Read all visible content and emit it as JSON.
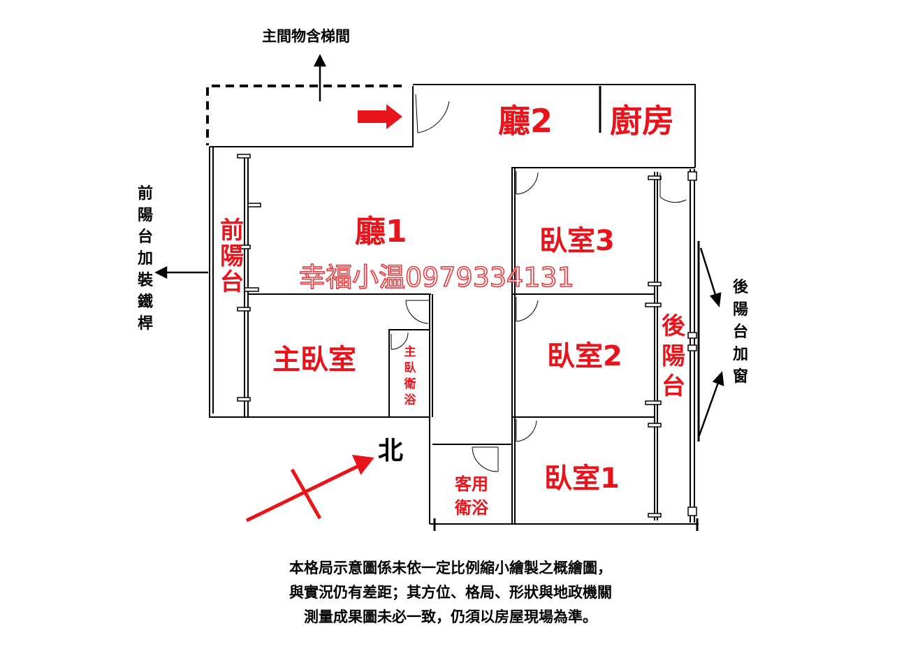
{
  "labels": {
    "top_stair": "主間物含梯間",
    "living2": "廳2",
    "kitchen": "廚房",
    "living1": "廳1",
    "front_balcony_room": [
      "前",
      "陽",
      "台"
    ],
    "front_balcony_note": [
      "前",
      "陽",
      "台",
      "加",
      "裝",
      "鐵",
      "桿"
    ],
    "bedroom3": "臥室3",
    "bedroom2": "臥室2",
    "bedroom1": "臥室1",
    "master_bedroom": "主臥室",
    "master_bath": [
      "主",
      "臥",
      "衛",
      "浴"
    ],
    "guest_bath": [
      "客用",
      "衛浴"
    ],
    "rear_balcony_room": [
      "後",
      "陽",
      "台"
    ],
    "rear_balcony_note": [
      "後",
      "陽",
      "台",
      "加",
      "窗"
    ],
    "north": "北"
  },
  "watermark": "幸福小温0979334131",
  "disclaimer": [
    "本格局示意圖係未依一定比例縮小繪製之概繪圖，",
    "與實況仍有差距；其方位、格局、形狀與地政機關",
    "測量成果圖未必一致，仍須以房屋現場為準。"
  ],
  "colors": {
    "label_red": "#e8141b",
    "line": "#000000"
  }
}
